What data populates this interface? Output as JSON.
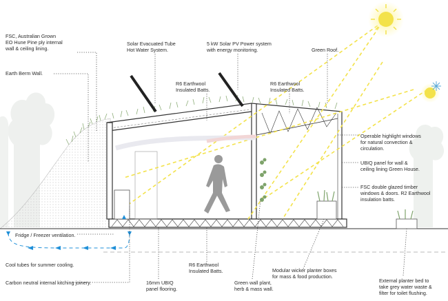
{
  "labels": {
    "fsc_pine": "FSC, Australian Grown\nEO Hune Pine ply internal\nwall & ceiling lining.",
    "earth_berm": "Earth Berm Wall.",
    "solar_tube": "Solar Evacuated Tube\nHot Water System.",
    "solar_pv": "5 kW Solar PV Power system\nwith energy monitoring.",
    "green_roof": "Green Roof.",
    "r6_ceiling_left": "R6 Earthwool\nInsulated Batts.",
    "r6_ceiling_right": "R6 Earthwool\nInsulated Batts.",
    "highlight_windows": "Operable highlight windows\nfor natural convection &\ncirculation.",
    "ubiq_wall": "UBIQ panel for wall &\nceiling lining Green House.",
    "fsc_glazed": "FSC double glazed timber\nwindows & doors. R2 Earthwool\ninsulation batts.",
    "fridge": "Fridge / Freezer ventilation.",
    "cool_tubes": "Cool tubes for summer cooling.",
    "joinery": "Carbon neutral internal kitching joinery.",
    "ubiq_floor": "16mm UBIQ\npanel flooring.",
    "r6_floor": "R6 Earthwool\nInsulated Batts.",
    "green_wall": "Green wall plant,\nherb & mass wall.",
    "wicker": "Modular wicker planter boxes\nfor mass & food production.",
    "planter_bed": "External planter bed to\ntake grey water waste &\nfilter for toilet flushing."
  },
  "colors": {
    "sun_yellow": "#f3e24a",
    "cool_blue": "#1e8fd8",
    "line_dark": "#333333",
    "grass_green": "#8fae7a",
    "berm_gray": "#e8e8e8"
  },
  "icons": [
    "sun-icon",
    "snowflake-sun-icon",
    "person-silhouette-icon"
  ]
}
